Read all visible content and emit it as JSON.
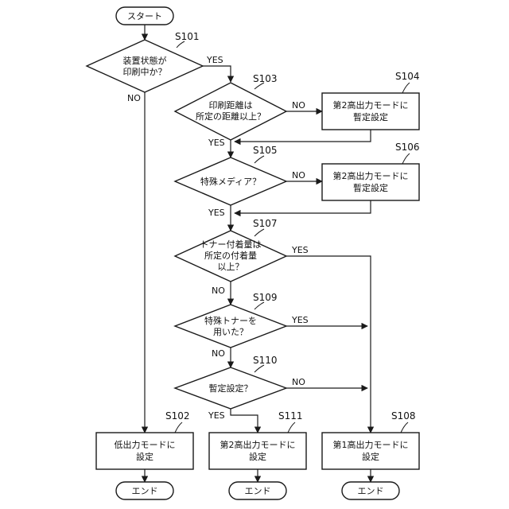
{
  "terminals": {
    "start": "スタート",
    "end": "エンド"
  },
  "steps": {
    "s101": {
      "id": "S101",
      "line1": "装置状態が",
      "line2": "印刷中か？"
    },
    "s103": {
      "id": "S103",
      "line1": "印刷距離は",
      "line2": "所定の距離以上？"
    },
    "s104": {
      "id": "S104",
      "line1": "第2高出力モードに",
      "line2": "暫定設定"
    },
    "s105": {
      "id": "S105",
      "line1": "特殊メディア？"
    },
    "s106": {
      "id": "S106",
      "line1": "第2高出力モードに",
      "line2": "暫定設定"
    },
    "s107": {
      "id": "S107",
      "line1": "トナー付着量は",
      "line2": "所定の付着量",
      "line3": "以上？"
    },
    "s109": {
      "id": "S109",
      "line1": "特殊トナーを",
      "line2": "用いた？"
    },
    "s110": {
      "id": "S110",
      "line1": "暫定設定？"
    },
    "s102": {
      "id": "S102",
      "line1": "低出力モードに",
      "line2": "設定"
    },
    "s111": {
      "id": "S111",
      "line1": "第2高出力モードに",
      "line2": "設定"
    },
    "s108": {
      "id": "S108",
      "line1": "第1高出力モードに",
      "line2": "設定"
    }
  },
  "branch": {
    "yes": "YES",
    "no": "NO"
  }
}
